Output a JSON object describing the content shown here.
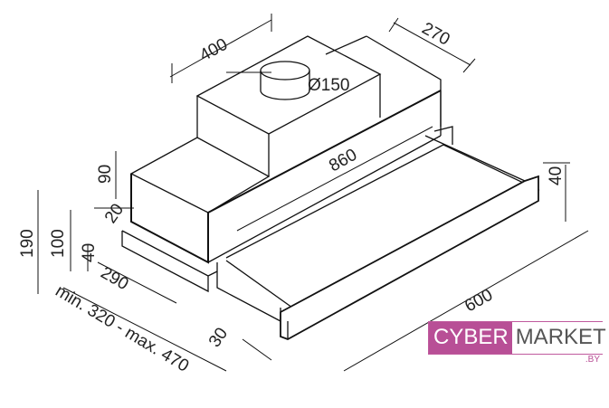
{
  "dimensions": {
    "width_top": "400",
    "depth_top": "270",
    "duct_diameter": "Ø150",
    "length": "860",
    "slide_height": "40",
    "total_height": "190",
    "body_height": "100",
    "upper_height": "90",
    "step": "20",
    "base_height": "40",
    "depth_lower": "290",
    "extension": "min. 320 - max. 470",
    "front_thickness": "30",
    "width_total": "600"
  },
  "logo": {
    "part1": "CYBER",
    "part2": "MARKET",
    "suffix": ".BY",
    "color": "#b84f96"
  }
}
